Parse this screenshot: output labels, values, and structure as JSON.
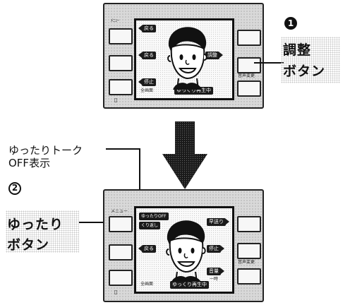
{
  "step1": {
    "badge": "1",
    "callout_line1": "調整",
    "callout_line2": "ボタン",
    "screen": {
      "top_left": "戻る",
      "left": "戻る",
      "right": "調整",
      "bottom_left": "停止",
      "bottom_small": "全画面",
      "status": "ゆっくり再生中",
      "right_small": "音声変更"
    }
  },
  "step2": {
    "badge": "2",
    "top_label_line1": "ゆったりトーク",
    "top_label_line2": "OFF表示",
    "callout_line1": "ゆったり",
    "callout_line2": "ボタン",
    "screen": {
      "osd": "ゆったりOFF",
      "osd_sub": "くり返し",
      "left": "戻る",
      "right_top": "早送り",
      "right": "停止",
      "bottom_right": "音量",
      "bottom_right_sub": "一時",
      "bottom_small": "全画面",
      "status": "ゆっくり再生中",
      "left_small": "メニュー",
      "right_small": "音声変更"
    }
  },
  "colors": {
    "ink": "#111111",
    "panel": "#d9d9d9",
    "screen": "#fafafa"
  },
  "icons": [
    "character-face",
    "down-arrow",
    "step-badge"
  ]
}
